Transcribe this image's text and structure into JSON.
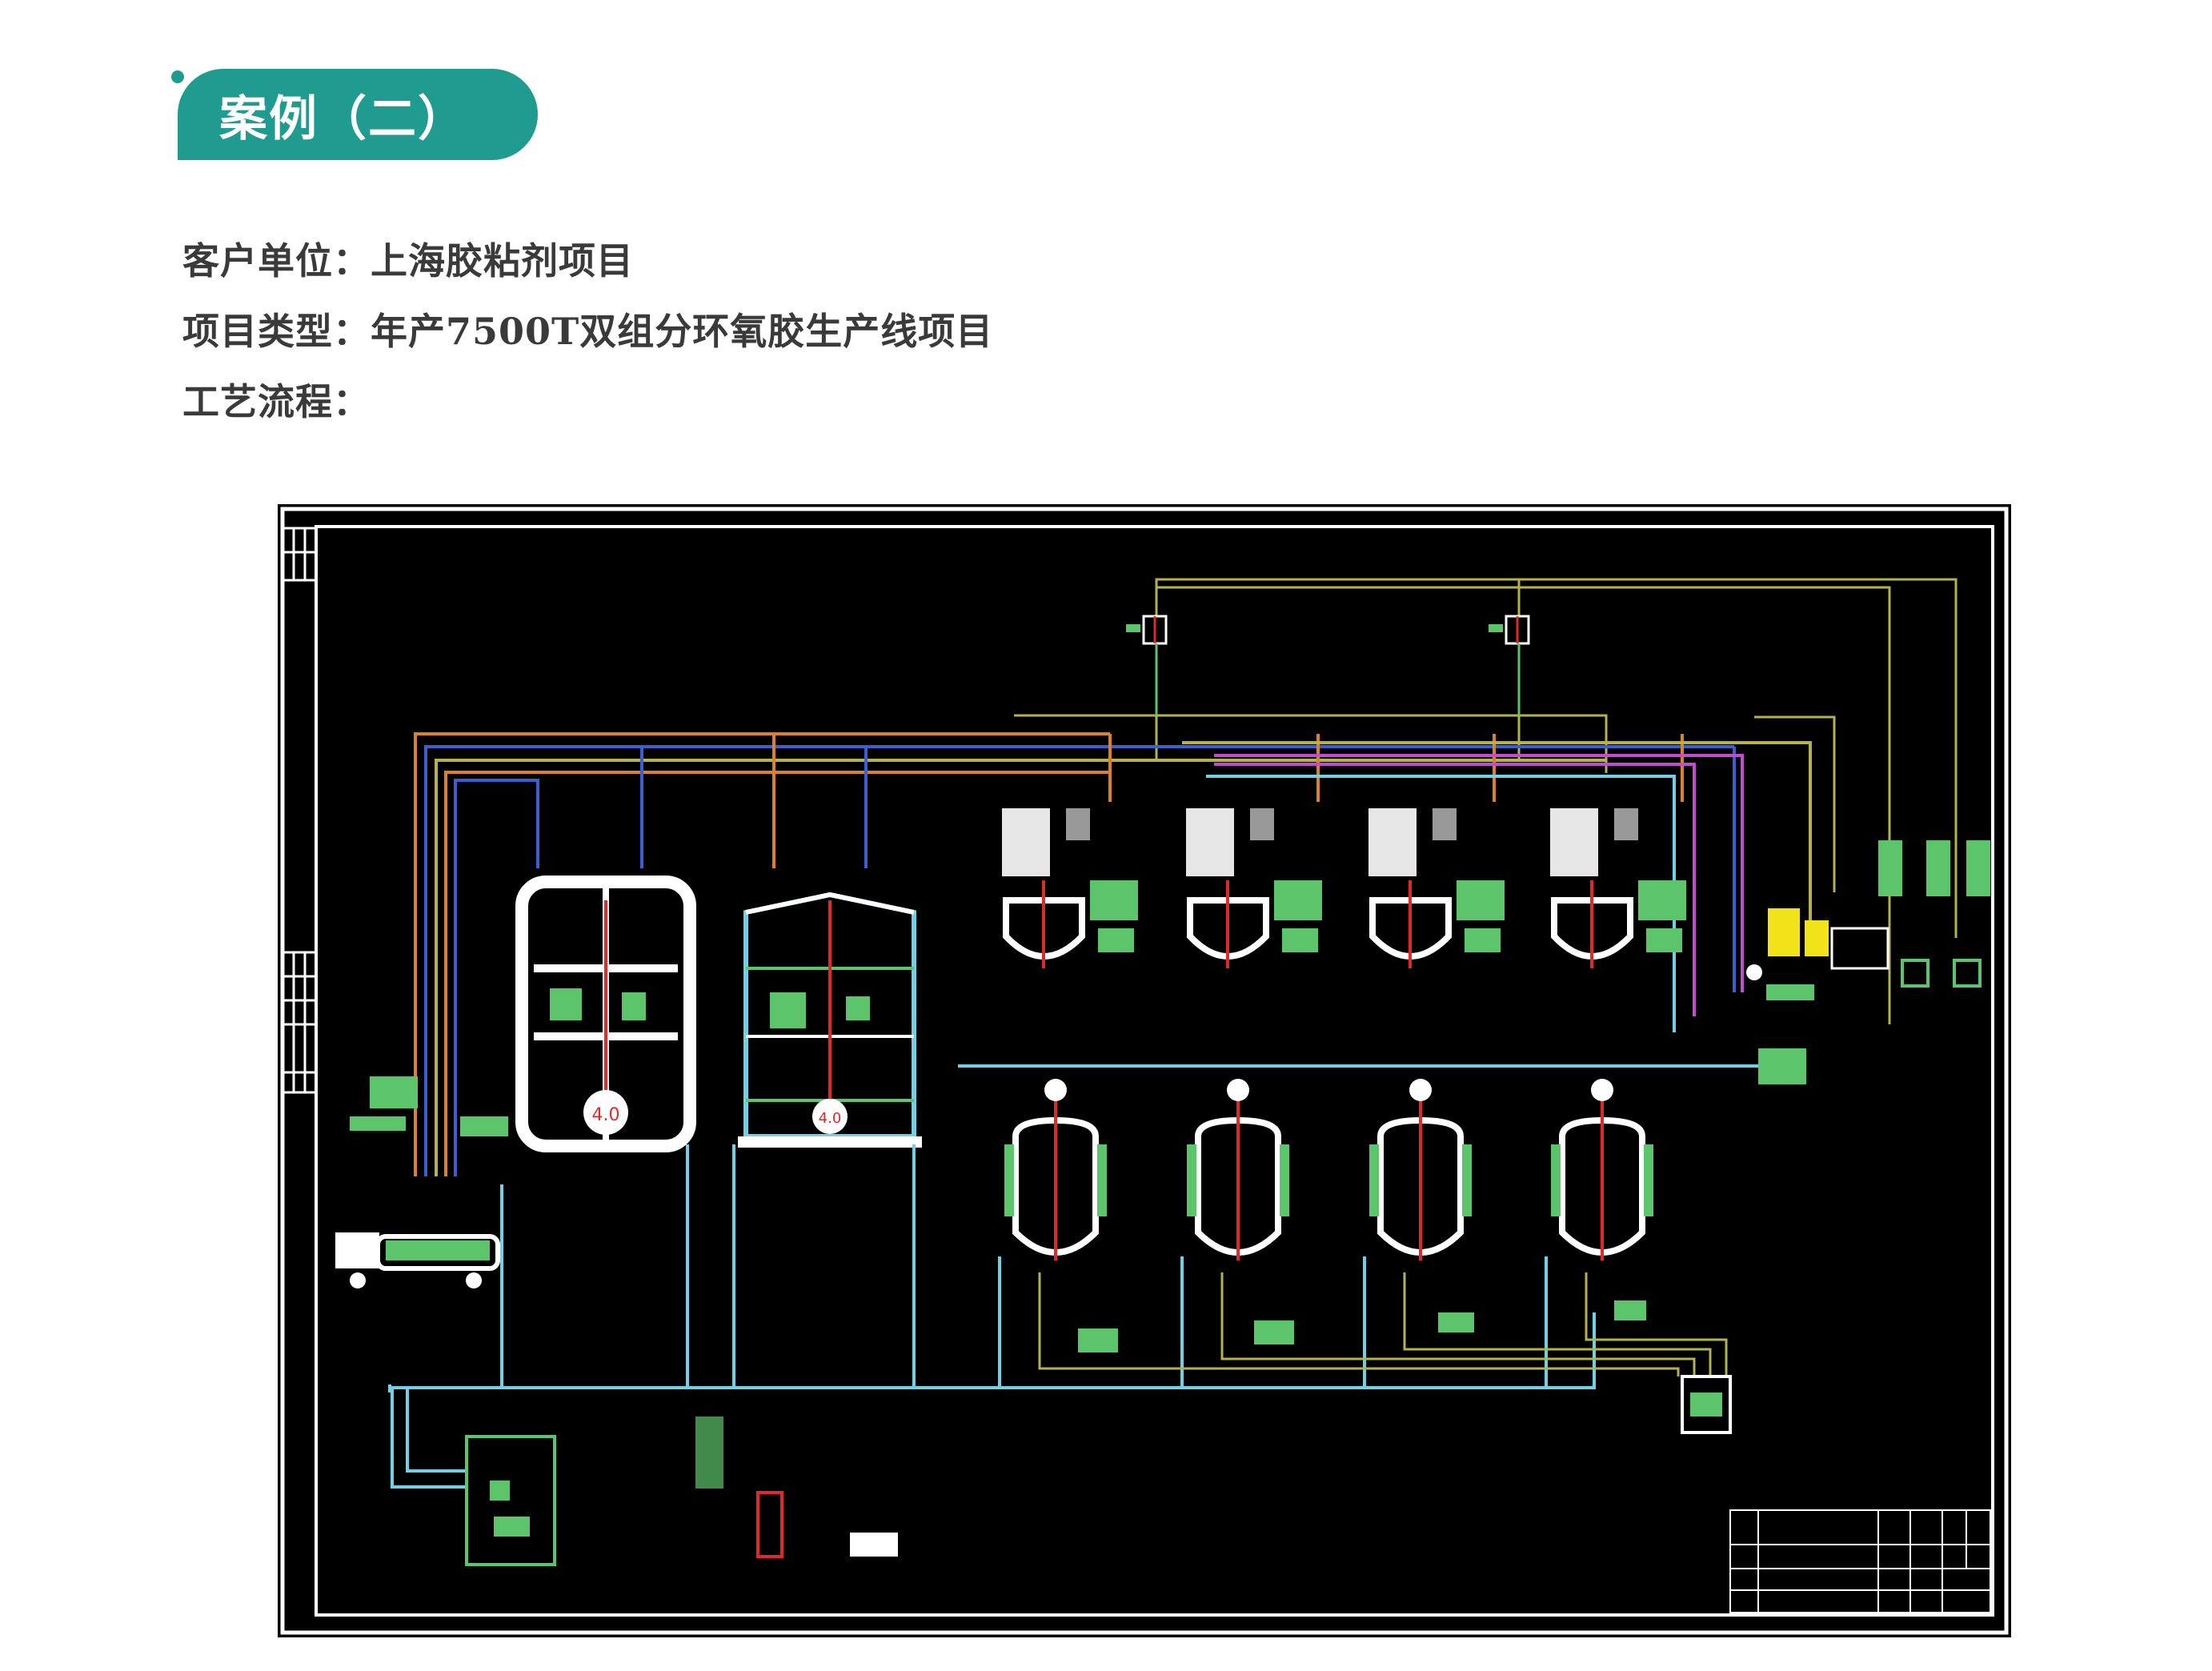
{
  "heading": "案例（二）",
  "info": {
    "client_label": "客户单位：",
    "client": "上海胶粘剂项目",
    "type_label": "项目类型：",
    "type": "年产7500T双组分环氧胶生产线项目",
    "process_label": "工艺流程："
  },
  "diagram": {
    "background": "#000000",
    "colors": {
      "cyan": "#6fd0e6",
      "green": "#5cc46b",
      "olive": "#b4b24e",
      "orange": "#d9822b",
      "blue": "#3a5fd0",
      "magenta": "#c24bd0",
      "red": "#e02a2a",
      "yellow": "#f2e21a",
      "white": "#ffffff"
    },
    "tank_labels": [
      "4.0",
      "4.0"
    ]
  }
}
